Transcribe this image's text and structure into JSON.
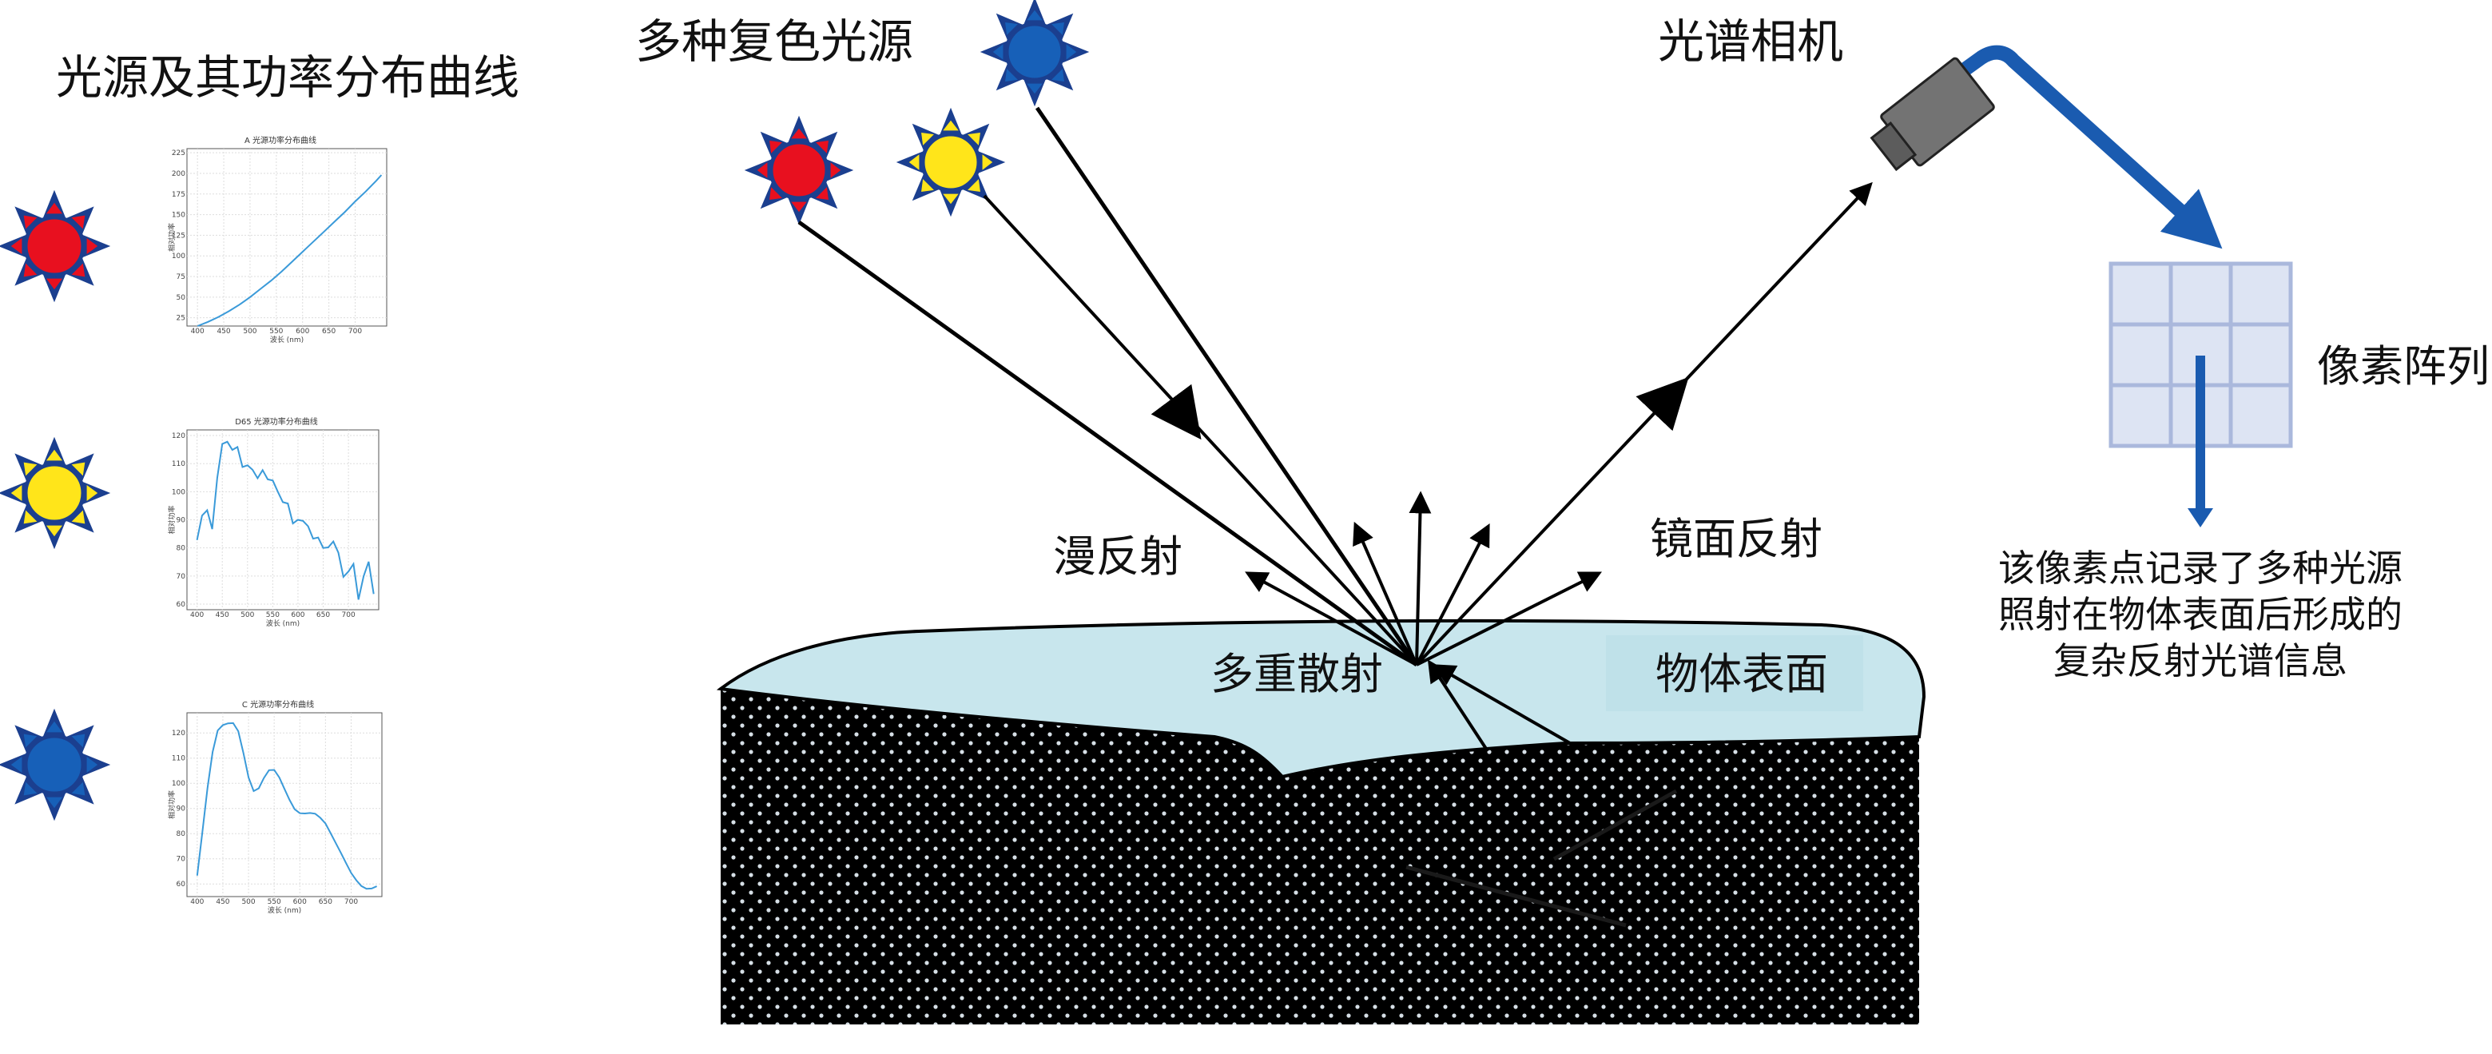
{
  "labels": {
    "left_title": "光源及其功率分布曲线",
    "sources_title": "多种复色光源",
    "camera": "光谱相机",
    "pixel_array": "像素阵列",
    "diffuse": "漫反射",
    "specular": "镜面反射",
    "multi_scatter": "多重散射",
    "object_surface": "物体表面",
    "note_lines": [
      "该像素点记录了多种光源",
      "照射在物体表面后形成的",
      "复杂反射光谱信息"
    ]
  },
  "colors": {
    "red_sun": "#e8101f",
    "yellow_sun": "#ffe51a",
    "blue_sun": "#1760b8",
    "sun_ray": "#1b3f8f",
    "surface_layer": "#c8e6ed",
    "pipe": "#1a5bb0",
    "grid": "#ccd5ea",
    "curve": "#3a9ad9"
  },
  "icons": {
    "red_source": "red-sun-icon",
    "yellow_source": "yellow-sun-icon",
    "blue_source": "blue-sun-icon",
    "camera": "camera-icon"
  },
  "chart_data": [
    {
      "type": "line",
      "title": "A 光源功率分布曲线",
      "xlabel": "波长 (nm)",
      "ylabel": "相对功率",
      "xticks": [
        400,
        450,
        500,
        550,
        600,
        650,
        700
      ],
      "yticks": [
        25,
        50,
        75,
        100,
        125,
        150,
        175,
        200,
        225
      ],
      "xlim": [
        380,
        760
      ],
      "ylim": [
        15,
        230
      ],
      "grid": true,
      "series": [
        {
          "x": [
            400,
            420,
            440,
            460,
            480,
            500,
            520,
            540,
            560,
            580,
            600,
            620,
            640,
            660,
            680,
            700,
            720,
            740,
            750
          ],
          "y": [
            15,
            20,
            26,
            33,
            41,
            50,
            60,
            70,
            81,
            93,
            105,
            117,
            129,
            141,
            153,
            166,
            178,
            191,
            198
          ]
        }
      ]
    },
    {
      "type": "line",
      "title": "D65 光源功率分布曲线",
      "xlabel": "波长 (nm)",
      "ylabel": "相对功率",
      "xticks": [
        400,
        450,
        500,
        550,
        600,
        650,
        700
      ],
      "yticks": [
        60,
        70,
        80,
        90,
        100,
        110,
        120
      ],
      "xlim": [
        380,
        760
      ],
      "ylim": [
        58,
        122
      ],
      "grid": true,
      "series": [
        {
          "x": [
            400,
            410,
            420,
            430,
            440,
            450,
            460,
            470,
            480,
            490,
            500,
            510,
            520,
            530,
            540,
            550,
            560,
            570,
            580,
            590,
            600,
            610,
            620,
            630,
            640,
            650,
            660,
            670,
            680,
            690,
            700,
            710,
            720,
            730,
            740,
            750
          ],
          "y": [
            82.8,
            91.5,
            93.4,
            86.7,
            104.9,
            117.0,
            117.8,
            114.9,
            115.9,
            108.8,
            109.4,
            107.8,
            104.8,
            107.7,
            104.4,
            104.0,
            100.0,
            96.3,
            95.8,
            88.7,
            90.0,
            89.6,
            87.7,
            83.3,
            83.7,
            80.0,
            80.2,
            82.3,
            78.3,
            69.7,
            71.6,
            74.3,
            61.6,
            69.9,
            75.1,
            63.6
          ]
        }
      ]
    },
    {
      "type": "line",
      "title": "C 光源功率分布曲线",
      "xlabel": "波长 (nm)",
      "ylabel": "相对功率",
      "xticks": [
        400,
        450,
        500,
        550,
        600,
        650,
        700
      ],
      "yticks": [
        60,
        70,
        80,
        90,
        100,
        110,
        120
      ],
      "xlim": [
        380,
        760
      ],
      "ylim": [
        55,
        128
      ],
      "grid": true,
      "series": [
        {
          "x": [
            400,
            410,
            420,
            430,
            440,
            450,
            460,
            470,
            480,
            490,
            500,
            510,
            520,
            530,
            540,
            550,
            560,
            570,
            580,
            590,
            600,
            610,
            620,
            630,
            640,
            650,
            660,
            670,
            680,
            690,
            700,
            710,
            720,
            730,
            740,
            750
          ],
          "y": [
            63.3,
            80.6,
            98.1,
            112.4,
            121.0,
            123.1,
            123.8,
            123.9,
            120.7,
            112.1,
            102.3,
            96.9,
            98.0,
            102.1,
            105.2,
            105.3,
            102.3,
            97.8,
            93.4,
            89.7,
            88.1,
            88.0,
            88.2,
            87.9,
            86.3,
            84.0,
            80.2,
            76.3,
            72.4,
            68.3,
            64.4,
            61.5,
            59.2,
            58.1,
            58.2,
            59.1
          ]
        }
      ]
    }
  ]
}
